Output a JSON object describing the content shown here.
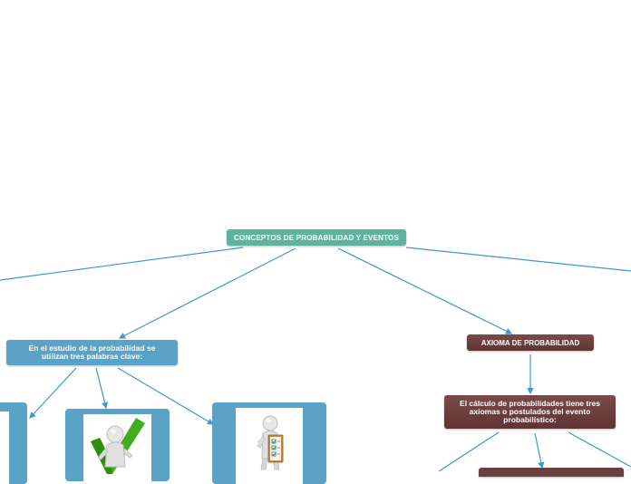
{
  "map": {
    "root": "CONCEPTOS DE PROBABILIDAD Y EVENTOS",
    "left_branch": "En el estudio de la probabilidad se utilizan tres palabras clave:",
    "right_branch": "AXIOMA DE PROBABILIDAD",
    "right_child": "El cálculo de probabilidades tiene tres axiomas o postulados del evento probabilístico:"
  },
  "colors": {
    "root": "#5fb39c",
    "blue_topic": "#5ba3c6",
    "brown_topic": "#6b3f3f",
    "connector": "#3a9ac9"
  },
  "icons": {
    "card_mid": "person-with-checkmark-icon",
    "card_right": "person-with-checklist-icon"
  }
}
